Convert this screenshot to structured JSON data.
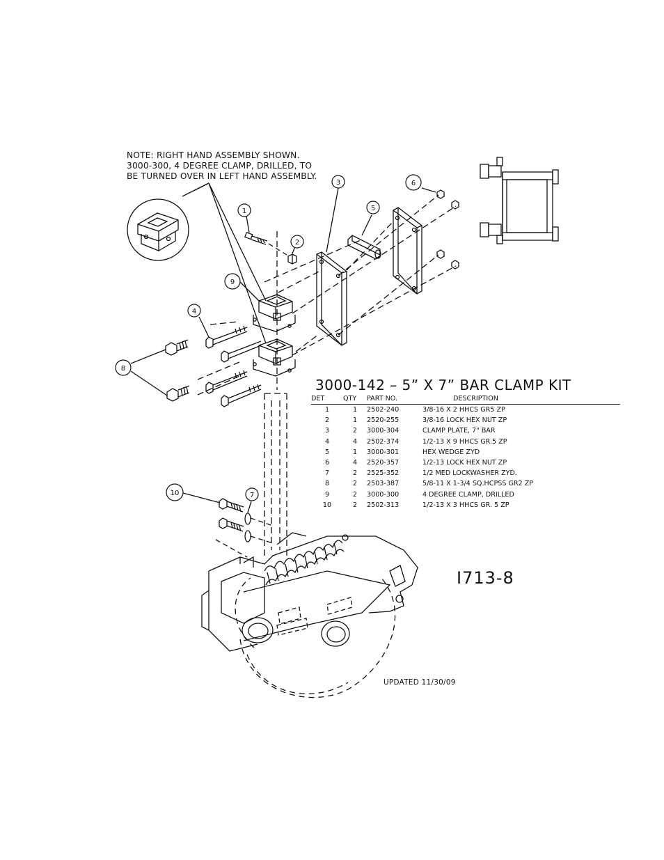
{
  "note": {
    "lines": [
      "NOTE: RIGHT HAND ASSEMBLY SHOWN.",
      "3000-300, 4 DEGREE CLAMP, DRILLED, TO",
      "BE TURNED OVER IN LEFT HAND ASSEMBLY."
    ]
  },
  "kit_title": "3000-142  –  5” X 7” BAR CLAMP KIT",
  "table": {
    "headers": {
      "det": "DET",
      "qty": "QTY",
      "part": "PART NO.",
      "desc": "DESCRIPTION"
    },
    "rows": [
      {
        "det": "1",
        "qty": "1",
        "part": "2502-240",
        "desc": "3/8-16 X 2 HHCS GR5 ZP"
      },
      {
        "det": "2",
        "qty": "1",
        "part": "2520-255",
        "desc": "3/8-16 LOCK HEX NUT ZP"
      },
      {
        "det": "3",
        "qty": "2",
        "part": "3000-304",
        "desc": "CLAMP PLATE, 7\" BAR"
      },
      {
        "det": "4",
        "qty": "4",
        "part": "2502-374",
        "desc": "1/2-13 X 9 HHCS GR.5 ZP"
      },
      {
        "det": "5",
        "qty": "1",
        "part": "3000-301",
        "desc": "HEX WEDGE ZYD"
      },
      {
        "det": "6",
        "qty": "4",
        "part": "2520-357",
        "desc": "1/2-13 LOCK HEX NUT ZP"
      },
      {
        "det": "7",
        "qty": "2",
        "part": "2525-352",
        "desc": "1/2 MED LOCKWASHER ZYD."
      },
      {
        "det": "8",
        "qty": "2",
        "part": "2503-387",
        "desc": "5/8-11 X 1-3/4 SQ.HCPSS GR2 ZP"
      },
      {
        "det": "9",
        "qty": "2",
        "part": "3000-300",
        "desc": "4 DEGREE CLAMP, DRILLED"
      },
      {
        "det": "10",
        "qty": "2",
        "part": "2502-313",
        "desc": "1/2-13 X 3 HHCS GR. 5 ZP"
      }
    ]
  },
  "drawing_number": "I713-8",
  "updated": "UPDATED 11/30/09",
  "balloons": {
    "b1": "1",
    "b2": "2",
    "b3": "3",
    "b4": "4",
    "b5": "5",
    "b6": "6",
    "b7": "7",
    "b8": "8",
    "b9": "9",
    "b10": "10"
  }
}
